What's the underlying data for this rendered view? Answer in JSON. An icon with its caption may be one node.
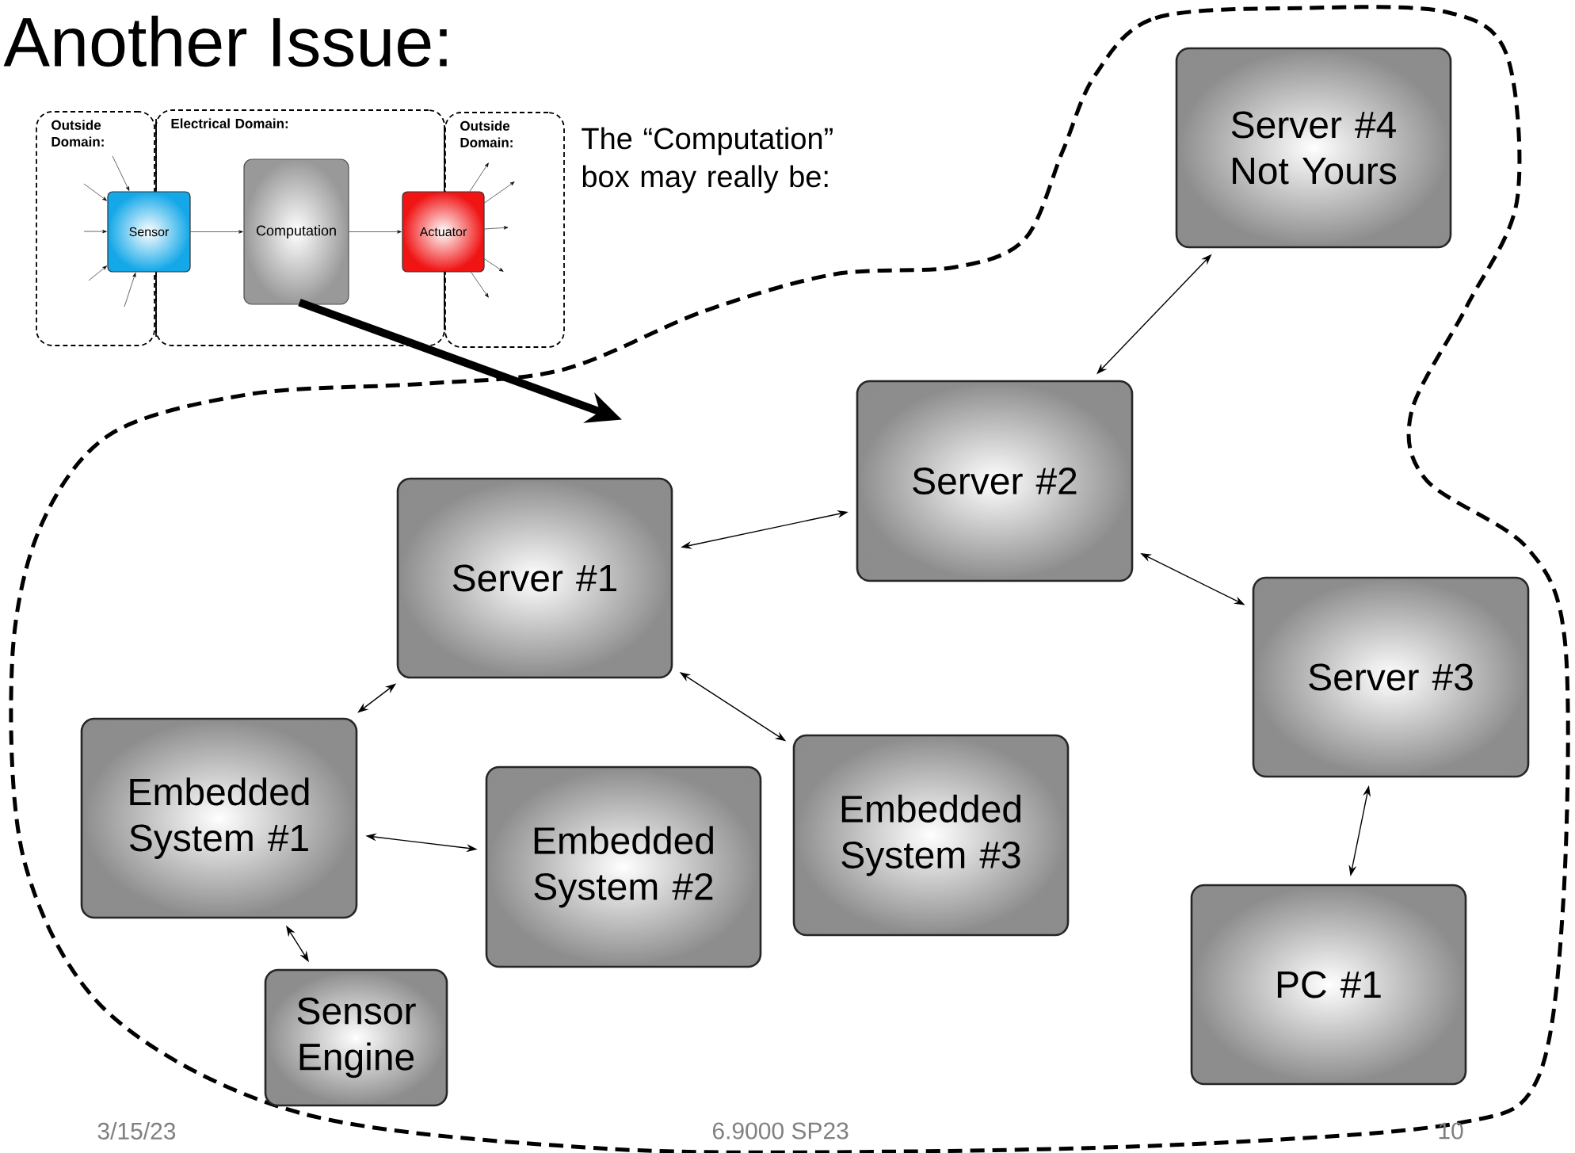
{
  "diagram": {
    "title": "Another Issue:",
    "nodes": [
      {
        "text": [
          "Outside Domain:"
        ]
      },
      {
        "text": [
          "Electrical Domain:"
        ]
      },
      {
        "text": [
          "Outside Domain:"
        ]
      },
      {
        "text": [
          "Sensor"
        ]
      },
      {
        "text": [
          "Computation"
        ],
        "in": 1
      },
      {
        "text": [
          "Actuator"
        ]
      },
      {
        "text": [],
        "shape": "cloud"
      },
      {
        "text": [
          "Server #4 Not Yours"
        ],
        "in": 6
      },
      {
        "text": [
          "Server #2"
        ],
        "in": 6
      },
      {
        "text": [
          "Server #1"
        ],
        "in": 6
      },
      {
        "text": [
          "Server #3"
        ],
        "in": 6
      },
      {
        "text": [
          "Embedded System #1"
        ],
        "in": 6
      },
      {
        "text": [
          "Embedded System #2"
        ],
        "in": 6
      },
      {
        "text": [
          "Embedded System #3"
        ],
        "in": 6
      },
      {
        "text": [
          "PC #1"
        ],
        "in": 6
      },
      {
        "text": [
          "Sensor Engine"
        ],
        "in": 6
      }
    ],
    "edges": [
      {
        "from": 0,
        "to": 3,
        "arrow": "to"
      },
      {
        "from": 0,
        "to": 3,
        "arrow": "to"
      },
      {
        "from": 0,
        "to": 3,
        "arrow": "to"
      },
      {
        "from": 0,
        "to": 3,
        "arrow": "to"
      },
      {
        "from": 0,
        "to": 3,
        "arrow": "to"
      },
      {
        "from": 3,
        "to": 4,
        "arrow": "to"
      },
      {
        "from": 4,
        "to": 5,
        "arrow": "to"
      },
      {
        "from": 5,
        "to": 2,
        "arrow": "to"
      },
      {
        "from": 5,
        "to": 2,
        "arrow": "to"
      },
      {
        "from": 5,
        "to": 2,
        "arrow": "to"
      },
      {
        "from": 5,
        "to": 2,
        "arrow": "to"
      },
      {
        "from": 5,
        "to": 2,
        "arrow": "to"
      },
      {
        "from": 4,
        "to": 6,
        "arrow": "to",
        "style": "thick"
      },
      {
        "from": 7,
        "to": 8,
        "arrow": "both"
      },
      {
        "from": 8,
        "to": 9,
        "arrow": "both"
      },
      {
        "from": 8,
        "to": 10,
        "arrow": "both"
      },
      {
        "from": 9,
        "to": 11,
        "arrow": "both"
      },
      {
        "from": 9,
        "to": 13,
        "arrow": "both"
      },
      {
        "from": 11,
        "to": 12,
        "arrow": "both"
      },
      {
        "from": 11,
        "to": 15,
        "arrow": "both"
      },
      {
        "from": 10,
        "to": 14,
        "arrow": "both"
      }
    ],
    "labels": [
      "The “Computation” box may really be:",
      "3/15/23",
      "6.9000 SP23",
      "10"
    ]
  }
}
